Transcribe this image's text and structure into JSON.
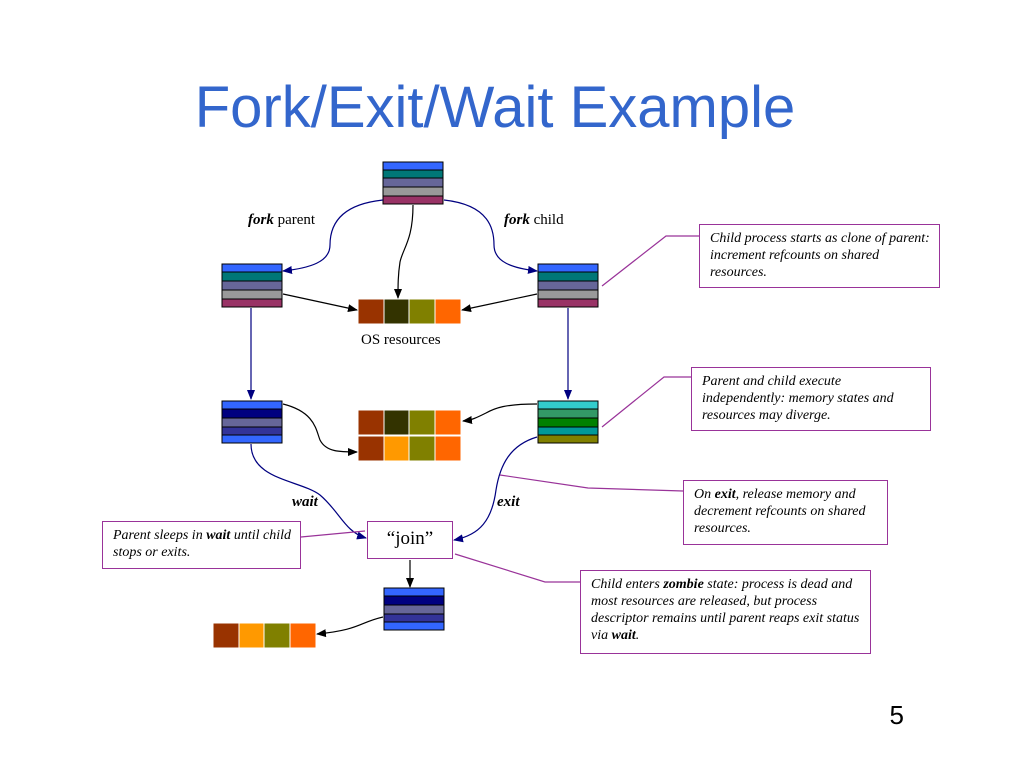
{
  "slide": {
    "title": "Fork/Exit/Wait Example",
    "page_number": "5"
  },
  "labels": {
    "fork_parent": {
      "em": "fork",
      "rest": " parent"
    },
    "fork_child": {
      "em": "fork",
      "rest": " child"
    },
    "os_resources": "OS resources",
    "wait": "wait",
    "exit": "exit",
    "join": "“join”"
  },
  "notes": {
    "clone": {
      "text": "Child process starts as clone of parent: increment refcounts on shared resources."
    },
    "independent": {
      "text": "Parent and child execute independently: memory states and resources may diverge."
    },
    "exit": {
      "pre": "On ",
      "em": "exit",
      "post": ", release memory and decrement refcounts on shared resources."
    },
    "sleeps": {
      "pre": "Parent sleeps in ",
      "em": "wait",
      "post": " until child stops or exits."
    },
    "zombie": {
      "pre": "Child enters ",
      "em": "zombie",
      "mid": " state: process is dead and most resources are released, but process descriptor remains until parent reaps exit status via ",
      "em2": "wait",
      "post": "."
    }
  },
  "colors": {
    "title": "#3366cc",
    "arrow": "#000080",
    "callout_border": "#993399",
    "stack_parent": [
      "#3366ff",
      "#007777",
      "#666699",
      "#999999",
      "#993366"
    ],
    "stack_child_exec": [
      "#33cccc",
      "#339966",
      "#008000",
      "#009999",
      "#808000"
    ],
    "stack_parent_exec": [
      "#3366ff",
      "#000080",
      "#666699",
      "#333399",
      "#3366ff"
    ],
    "resources": [
      "#993300",
      "#333300",
      "#808000",
      "#ff6600"
    ],
    "resources_diverged": [
      "#993300",
      "#ff9900",
      "#808000",
      "#ff6600"
    ]
  }
}
